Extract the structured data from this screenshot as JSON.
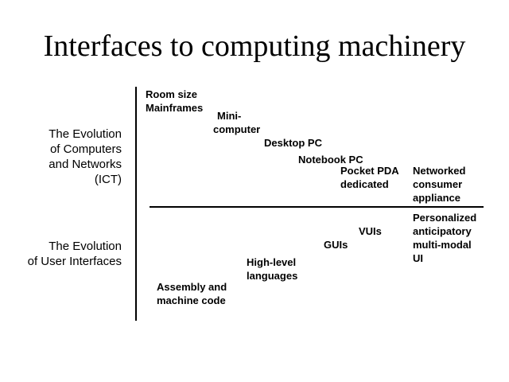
{
  "title": "Interfaces to computing machinery",
  "sides": {
    "computers": [
      "The Evolution",
      "of Computers",
      "and Networks",
      "(ICT)"
    ],
    "interfaces": [
      "The Evolution",
      "of User Interfaces"
    ]
  },
  "computers": {
    "room_size": [
      "Room size",
      "Mainframes"
    ],
    "mini": [
      "Mini-",
      "computer"
    ],
    "desktop": "Desktop PC",
    "notebook": "Notebook PC",
    "pocket": [
      "Pocket PDA",
      "dedicated"
    ],
    "networked": [
      "Networked",
      "consumer",
      "appliance"
    ]
  },
  "interfaces": {
    "assembly": [
      "Assembly and",
      "machine code"
    ],
    "high_level": [
      "High-level",
      "languages"
    ],
    "guis": "GUIs",
    "vuis": "VUIs",
    "personalized": [
      "Personalized",
      "anticipatory",
      "multi-modal",
      "UI"
    ]
  }
}
